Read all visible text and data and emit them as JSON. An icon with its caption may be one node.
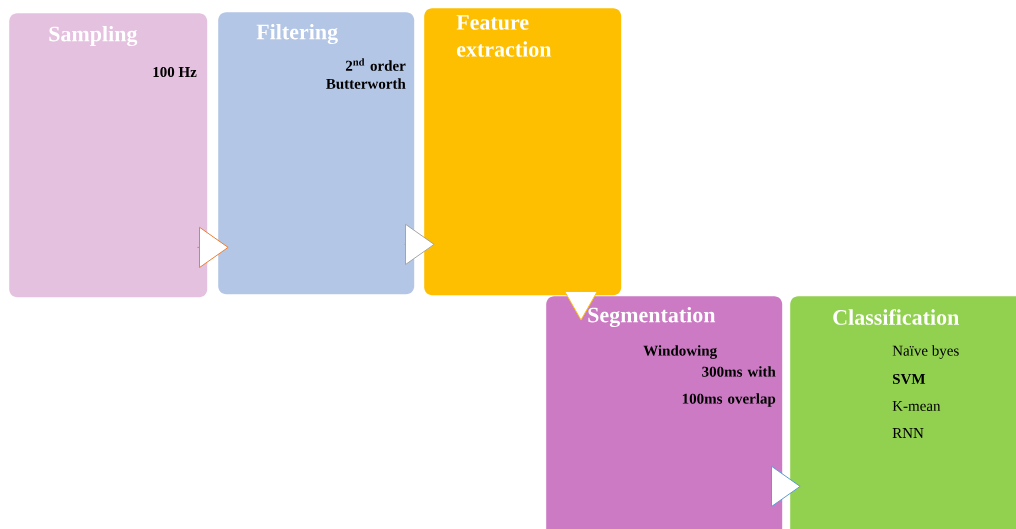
{
  "diagram": {
    "nodes": [
      {
        "text": [
          "Sampling",
          "100 Hz"
        ]
      },
      {
        "text": [
          "Filtering",
          "2$^{nd}$ order Butterworth"
        ]
      },
      {
        "text": [
          "Feature extraction"
        ]
      },
      {
        "text": [
          "Segmentation",
          "Windowing",
          "300ms with 100ms overlap"
        ]
      },
      {
        "text": [
          "Classification",
          "Naïve byes",
          "**SVM**",
          "K-mean",
          "RNN"
        ]
      }
    ],
    "edges": [
      {
        "from": 0,
        "to": 1,
        "arrow": "to",
        "color": "#ed7d31"
      },
      {
        "from": 1,
        "to": 2,
        "arrow": "to",
        "color": "#a5a5a5"
      },
      {
        "from": 2,
        "to": 3,
        "arrow": "to",
        "color": "#ffc000"
      },
      {
        "from": 3,
        "to": 4,
        "arrow": "to",
        "color": "#5b9bd5"
      }
    ]
  }
}
